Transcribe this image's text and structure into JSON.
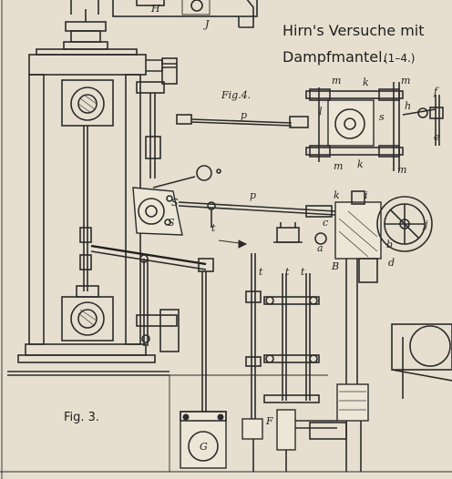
{
  "title": {
    "line1": "Hirn's Versuche mit",
    "line2": "Dampfmantel.",
    "ref": "(1–4.)"
  },
  "figures": {
    "fig3": "Fig. 3.",
    "fig4": "Fig.4."
  },
  "labels": {
    "H": "H",
    "J": "J",
    "m": "m",
    "k": "k",
    "f": "f",
    "e": "e",
    "p": "p",
    "S": "S",
    "t": "t",
    "i": "i",
    "c": "c",
    "a": "a",
    "b": "b",
    "j": "j",
    "B": "B",
    "d": "d",
    "G": "G",
    "F": "F",
    "h": "h",
    "l": "l",
    "s": "s"
  }
}
